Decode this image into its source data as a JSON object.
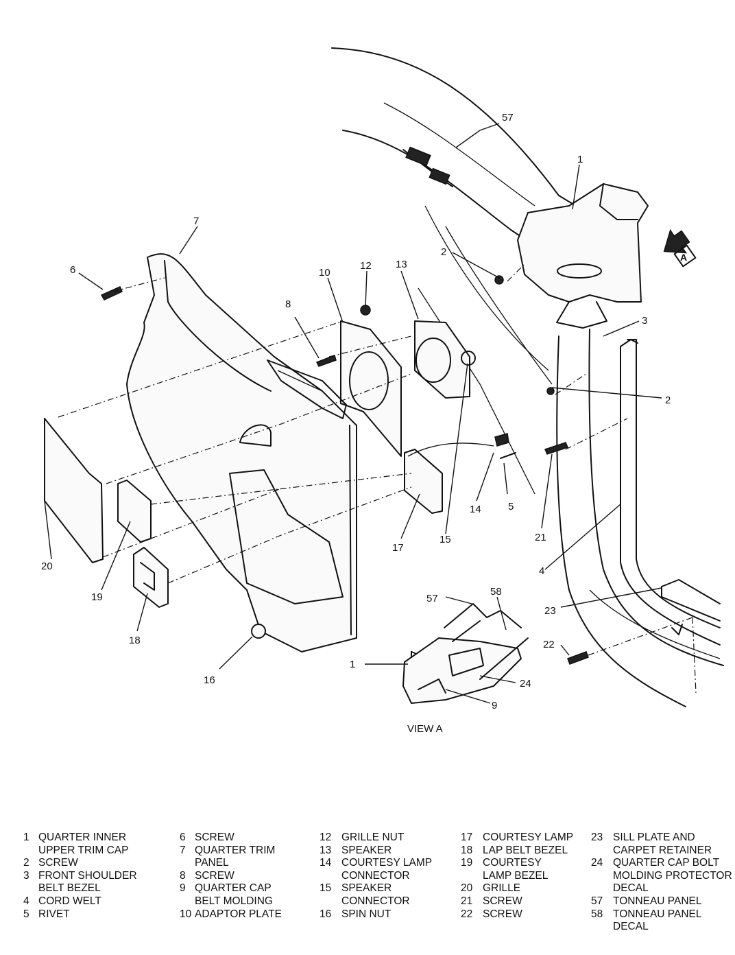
{
  "view_label": "VIEW A",
  "arrow_label": "A",
  "callouts": {
    "c1": "1",
    "c1b": "1",
    "c2": "2",
    "c2b": "2",
    "c3": "3",
    "c4": "4",
    "c5": "5",
    "c6": "6",
    "c7": "7",
    "c8": "8",
    "c9": "9",
    "c10": "10",
    "c12": "12",
    "c13": "13",
    "c14": "14",
    "c15": "15",
    "c16": "16",
    "c17": "17",
    "c18": "18",
    "c19": "19",
    "c20": "20",
    "c21": "21",
    "c22": "22",
    "c23": "23",
    "c24": "24",
    "c57": "57",
    "c57b": "57",
    "c58": "58"
  },
  "legend": {
    "col1": [
      {
        "num": "1",
        "text": "QUARTER INNER\nUPPER TRIM CAP"
      },
      {
        "num": "2",
        "text": "SCREW"
      },
      {
        "num": "3",
        "text": "FRONT SHOULDER\nBELT BEZEL"
      },
      {
        "num": "4",
        "text": "CORD WELT"
      },
      {
        "num": "5",
        "text": "RIVET"
      }
    ],
    "col2": [
      {
        "num": "6",
        "text": "SCREW"
      },
      {
        "num": "7",
        "text": "QUARTER TRIM\nPANEL"
      },
      {
        "num": "8",
        "text": "SCREW"
      },
      {
        "num": "9",
        "text": "QUARTER CAP\nBELT MOLDING"
      },
      {
        "num": "10",
        "text": "ADAPTOR PLATE"
      }
    ],
    "col3": [
      {
        "num": "12",
        "text": "GRILLE NUT"
      },
      {
        "num": "13",
        "text": "SPEAKER"
      },
      {
        "num": "14",
        "text": "COURTESY LAMP\nCONNECTOR"
      },
      {
        "num": "15",
        "text": "SPEAKER\nCONNECTOR"
      },
      {
        "num": "16",
        "text": "SPIN NUT"
      }
    ],
    "col4": [
      {
        "num": "17",
        "text": "COURTESY LAMP"
      },
      {
        "num": "18",
        "text": "LAP BELT BEZEL"
      },
      {
        "num": "19",
        "text": "COURTESY\nLAMP BEZEL"
      },
      {
        "num": "20",
        "text": "GRILLE"
      },
      {
        "num": "21",
        "text": "SCREW"
      },
      {
        "num": "22",
        "text": "SCREW"
      }
    ],
    "col5": [
      {
        "num": "23",
        "text": "SILL PLATE AND\nCARPET RETAINER"
      },
      {
        "num": "24",
        "text": "QUARTER CAP BOLT\nMOLDING PROTECTOR\nDECAL"
      },
      {
        "num": "57",
        "text": "TONNEAU PANEL"
      },
      {
        "num": "58",
        "text": "TONNEAU PANEL\nDECAL"
      }
    ]
  }
}
